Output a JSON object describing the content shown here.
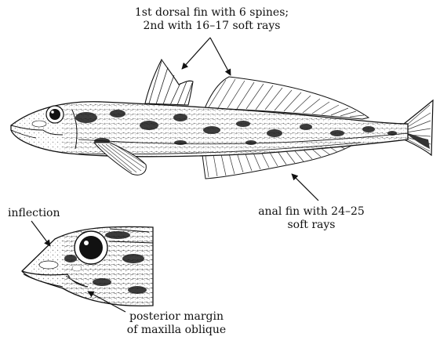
{
  "annotations": {
    "dorsal_fin": {
      "line1": "1st dorsal fin with 6 spines;",
      "line2": "2nd with 16–17 soft rays"
    },
    "anal_fin": {
      "line1": "anal fin with 24–25",
      "line2": "soft rays"
    },
    "inflection": "inflection",
    "maxilla": {
      "line1": "posterior margin",
      "line2": "of maxilla oblique"
    }
  },
  "colors": {
    "ink": "#111111",
    "background": "#ffffff"
  }
}
